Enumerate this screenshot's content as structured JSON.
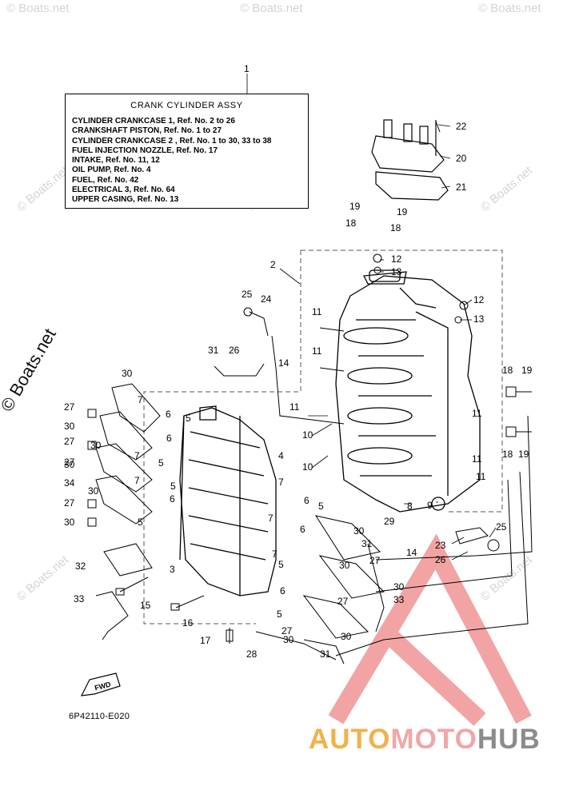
{
  "diagram": {
    "assembly_title": "CRANK CYLINDER ASSY",
    "legend_lines": [
      "CYLINDER CRANKCASE 1,  Ref. No. 2 to 26",
      "CRANKSHAFT PISTON,  Ref. No. 1 to 27",
      "CYLINDER CRANKCASE 2 , Ref. No. 1 to 30, 33 to 38",
      "FUEL INJECTION NOZZLE, Ref. No. 17",
      "INTAKE, Ref. No. 11, 12",
      "OIL PUMP,  Ref. No. 4",
      "FUEL, Ref. No. 42",
      "ELECTRICAL 3,  Ref. No. 64",
      "UPPER CASING,  Ref. No. 13"
    ],
    "drawing_code": "6P42110-E020",
    "fwd_label": "FWD",
    "callouts": [
      "1",
      "2",
      "3",
      "4",
      "5",
      "6",
      "7",
      "8",
      "9",
      "10",
      "11",
      "12",
      "13",
      "14",
      "15",
      "16",
      "17",
      "18",
      "19",
      "20",
      "21",
      "22",
      "23",
      "24",
      "25",
      "26",
      "27",
      "28",
      "29",
      "30",
      "31",
      "32",
      "33",
      "34"
    ]
  },
  "watermark": {
    "text": "© Boats.net",
    "side_text": "© Boats.net"
  },
  "brand": {
    "part1": "AUTO",
    "part2": "MOTO",
    "part3": "HUB",
    "colors": {
      "auto": "#f0b24c",
      "moto": "#f0a7a7",
      "hub": "#8c8c8c",
      "logo": "#e85a5a"
    }
  }
}
